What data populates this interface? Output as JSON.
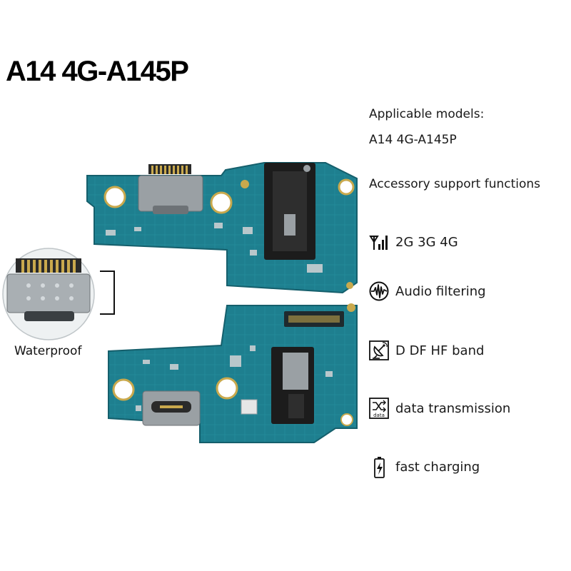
{
  "title": "A14 4G-A145P",
  "applicable": {
    "heading": "Applicable models:",
    "model": "A14 4G-A145P"
  },
  "accessory_heading": "Accessory support functions",
  "features": [
    {
      "icon": "signal-antenna-icon",
      "label": "2G 3G 4G"
    },
    {
      "icon": "audio-waveform-icon",
      "label": "Audio filtering"
    },
    {
      "icon": "satellite-dish-icon",
      "label": "D DF HF band"
    },
    {
      "icon": "data-shuffle-icon",
      "label": "data transmission",
      "icon_text": "data"
    },
    {
      "icon": "battery-charging-icon",
      "label": "fast charging"
    }
  ],
  "zoom_label": "Waterproof",
  "colors": {
    "pcb": "#1e7f8f",
    "pcb_dark": "#155f6c",
    "connector": "#9aa0a4",
    "gold": "#c9a94d"
  }
}
